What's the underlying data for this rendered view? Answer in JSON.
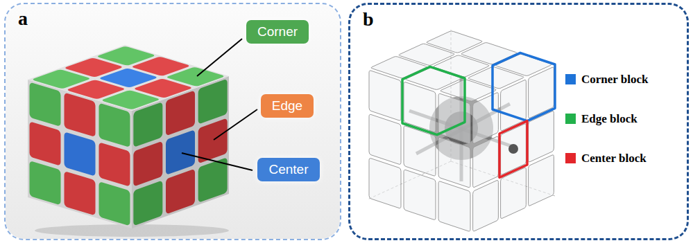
{
  "diagram": {
    "nodes": [
      {
        "text": [
          "a"
        ]
      },
      {
        "text": [
          "Corner"
        ],
        "in": 0
      },
      {
        "text": [
          "Edge"
        ],
        "in": 0
      },
      {
        "text": [
          "Center"
        ],
        "in": 0
      },
      {
        "text": [
          "b"
        ]
      }
    ],
    "legend": [
      {
        "text": "Corner block",
        "color": "#1e73d8"
      },
      {
        "text": "Edge block",
        "color": "#22b14c"
      },
      {
        "text": "Center block",
        "color": "#e3262b"
      }
    ]
  }
}
